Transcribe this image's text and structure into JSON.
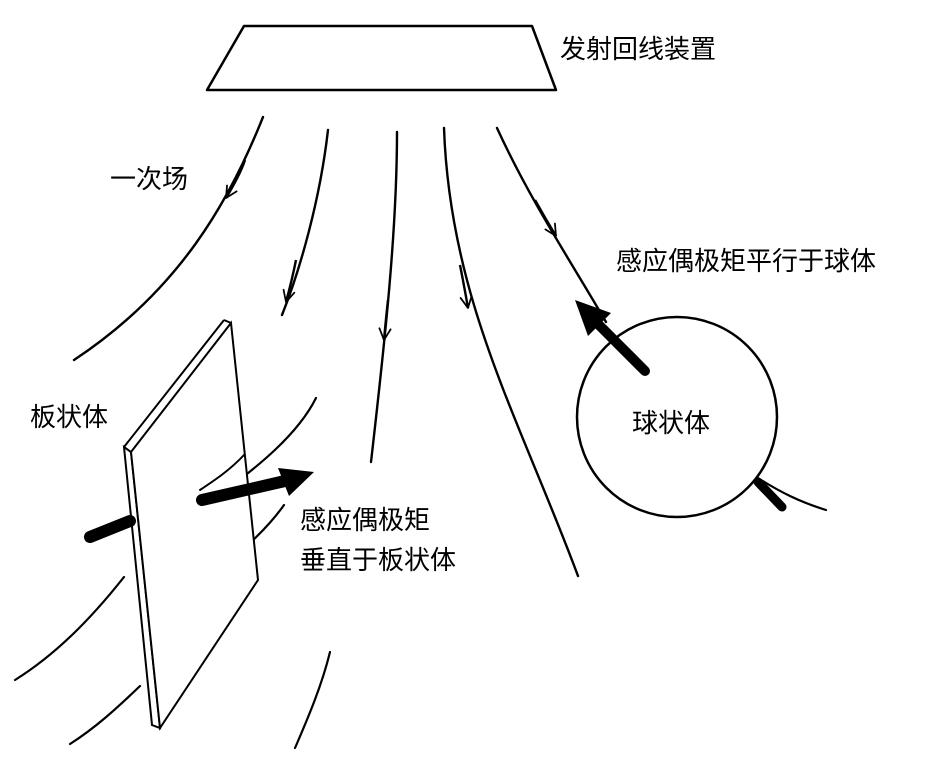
{
  "labels": {
    "transmitter_loop": "发射回线装置",
    "primary_field": "一次场",
    "plate_body": "板状体",
    "sphere_dipole": "感应偶极矩平行于球体",
    "sphere_body": "球状体",
    "plate_dipole_line1": "感应偶极矩",
    "plate_dipole_line2": "垂直于板状体"
  },
  "colors": {
    "ink": "#000000",
    "background": "#ffffff"
  }
}
